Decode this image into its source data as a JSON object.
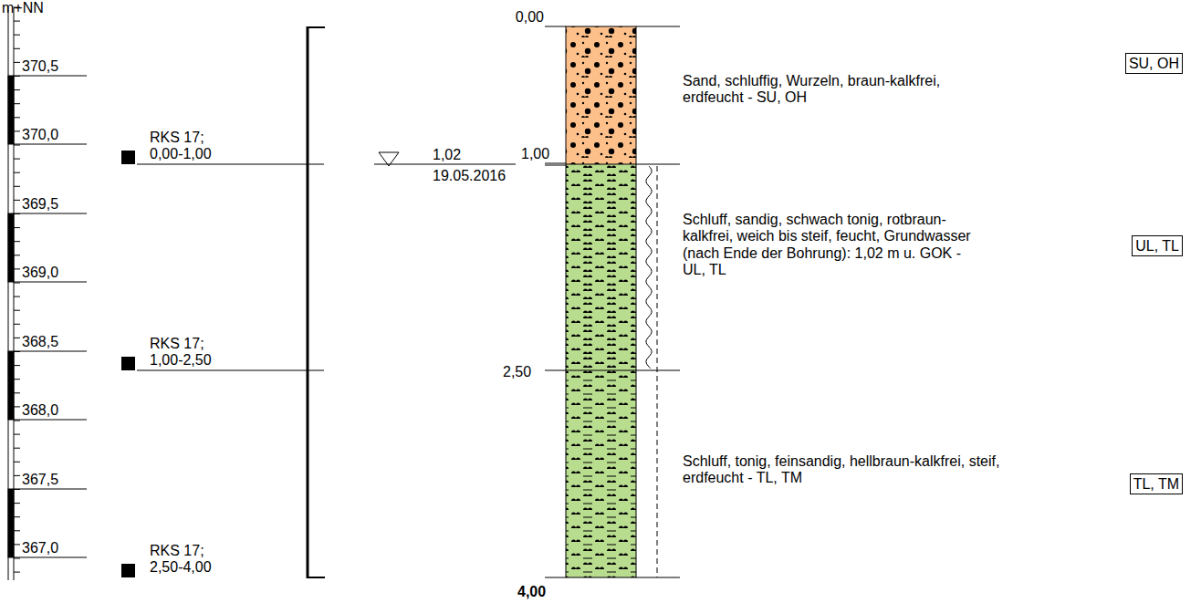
{
  "diagram": {
    "nodes": [
      {
        "text": [
          "SU, OH"
        ]
      },
      {
        "text": [
          "UL, TL"
        ]
      },
      {
        "text": [
          "TL, TM"
        ]
      }
    ],
    "labels": [
      "m+NN",
      "370,5",
      "370,0",
      "369,5",
      "369,0",
      "368,5",
      "368,0",
      "367,5",
      "367,0",
      "RKS 17; 0,00-1,00",
      "RKS 17; 1,00-2,50",
      "RKS 17; 2,50-4,00",
      "0,00",
      "1,02",
      "19.05.2016",
      "1,00",
      "Sand, schluffig, Wurzeln, braun-kalkfrei, erdfeucht - SU, OH",
      "Schluff, sandig, schwach tonig, rotbraun-kalkfrei, weich bis steif, feucht, Grundwasser (nach Ende der Bohrung): 1,02 m u. GOK - UL, TL",
      "2,50",
      "Schluff, tonig, feinsandig, hellbraun-kalkfrei, steif, erdfeucht - TL, TM",
      "4,00"
    ]
  }
}
